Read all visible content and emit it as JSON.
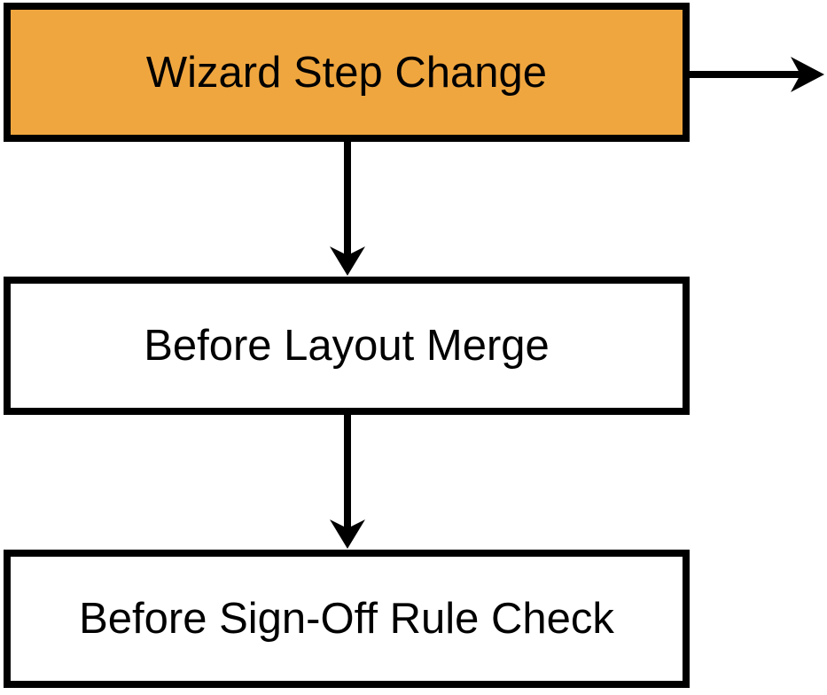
{
  "diagram": {
    "type": "flowchart",
    "nodes": [
      {
        "id": "wizard-step-change",
        "label": "Wizard Step Change",
        "highlighted": true,
        "fill": "#F0A63F"
      },
      {
        "id": "before-layout-merge",
        "label": "Before Layout Merge",
        "highlighted": false,
        "fill": "#FFFFFF"
      },
      {
        "id": "before-sign-off-rule-check",
        "label": "Before Sign-Off Rule Check",
        "highlighted": false,
        "fill": "#FFFFFF"
      }
    ],
    "edges": [
      {
        "from": "wizard-step-change",
        "to": null,
        "direction": "right",
        "note": "exits right edge of canvas"
      },
      {
        "from": "wizard-step-change",
        "to": "before-layout-merge",
        "direction": "down"
      },
      {
        "from": "before-layout-merge",
        "to": "before-sign-off-rule-check",
        "direction": "down"
      }
    ]
  },
  "colors": {
    "highlight_fill": "#F0A63F",
    "node_fill": "#FFFFFF",
    "stroke": "#000000",
    "background": "#FFFFFF"
  }
}
